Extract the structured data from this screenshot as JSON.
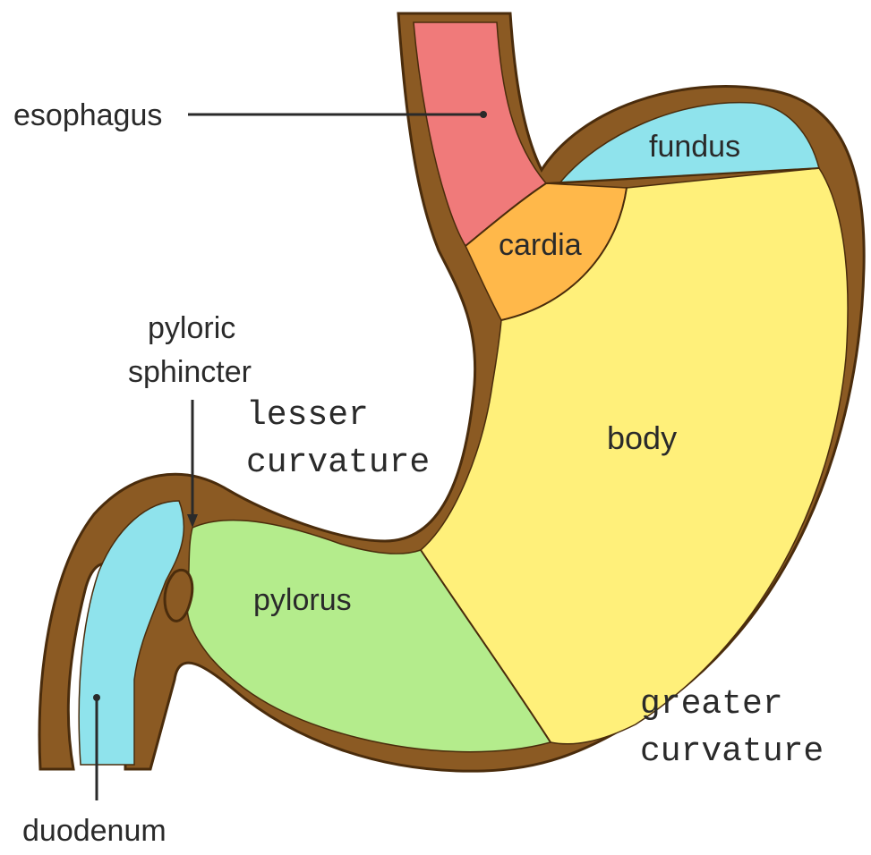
{
  "labels": {
    "esophagus": "esophagus",
    "fundus": "fundus",
    "cardia": "cardia",
    "pyloric_sphincter_line1": "pyloric",
    "pyloric_sphincter_line2": "sphincter",
    "lesser_curvature_line1": "lesser",
    "lesser_curvature_line2": "curvature",
    "body": "body",
    "pylorus": "pylorus",
    "greater_curvature_line1": "greater",
    "greater_curvature_line2": "curvature",
    "duodenum": "duodenum"
  },
  "colors": {
    "wall": "#8b5a23",
    "wall_outline": "#4a2c0c",
    "esophagus": "#f07a7a",
    "fundus": "#8fe3ec",
    "cardia": "#ffb84a",
    "body": "#fff07a",
    "pylorus": "#b4ec8c",
    "duodenum": "#8fe3ec",
    "text": "#2a2a2a"
  }
}
